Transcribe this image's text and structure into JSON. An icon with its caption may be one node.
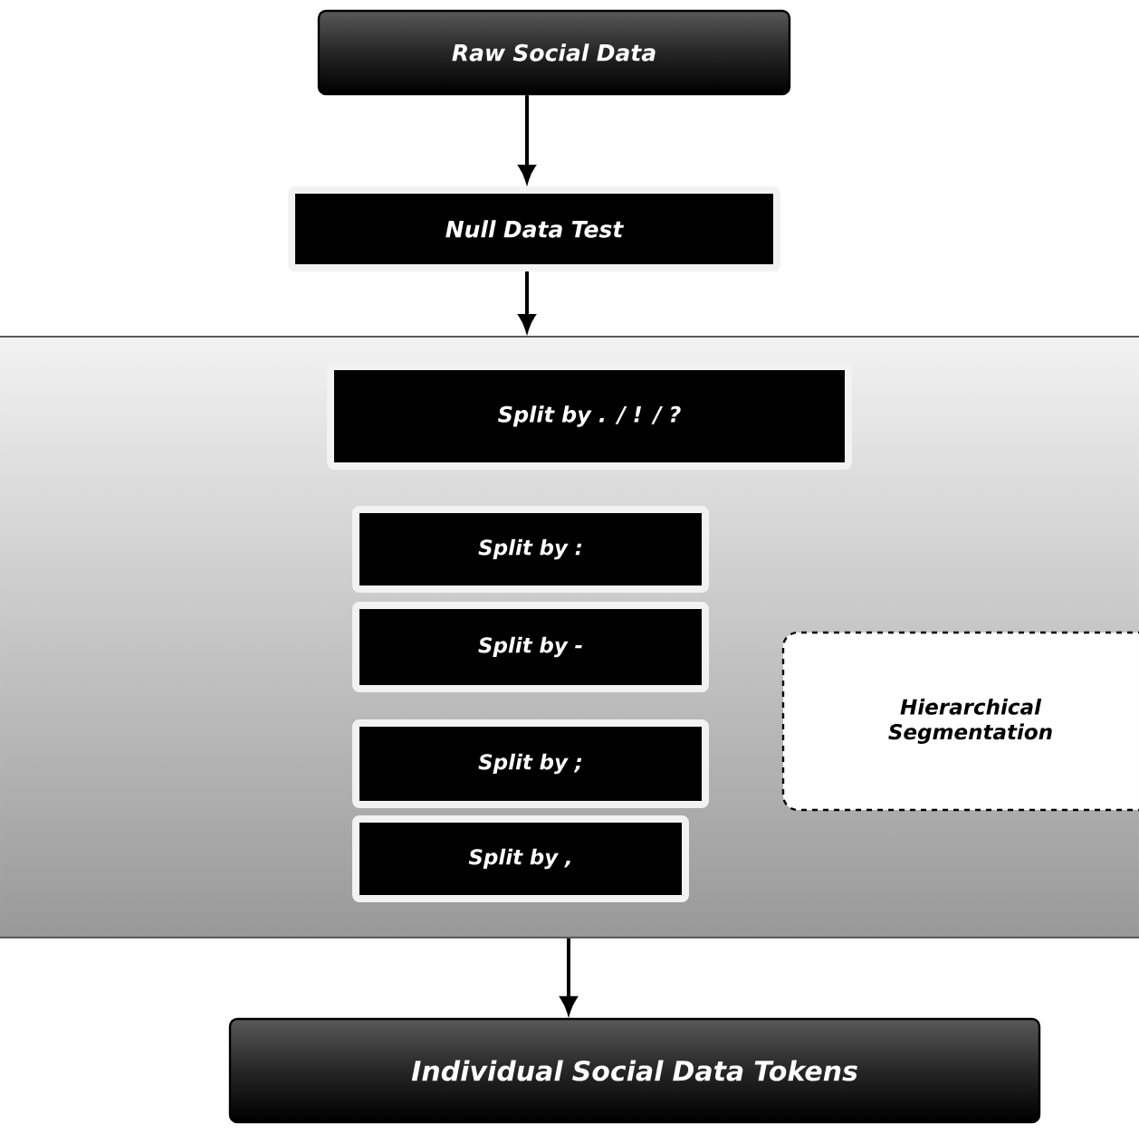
{
  "diagram": {
    "nodes": [
      {
        "text": [
          "Raw Social Data"
        ]
      },
      {
        "text": [
          "Null Data Test"
        ]
      },
      {
        "text": [],
        "shape": "box"
      },
      {
        "text": [
          "Split by . / ! / ?"
        ],
        "in": 2
      },
      {
        "text": [
          "Split by :"
        ],
        "in": 2
      },
      {
        "text": [
          "Split by -"
        ],
        "in": 2
      },
      {
        "text": [
          "Split by ;"
        ],
        "in": 2
      },
      {
        "text": [
          "Split by ,"
        ],
        "in": 2
      },
      {
        "text": [
          "Hierarchical Segmentation"
        ],
        "in": 2
      },
      {
        "text": [
          "Individual Social Data Tokens"
        ]
      }
    ],
    "edges": [
      {
        "from": 0,
        "to": 1,
        "arrow": "to"
      },
      {
        "from": 1,
        "to": 2,
        "arrow": "to"
      },
      {
        "from": 2,
        "to": 9,
        "arrow": "to"
      }
    ]
  }
}
